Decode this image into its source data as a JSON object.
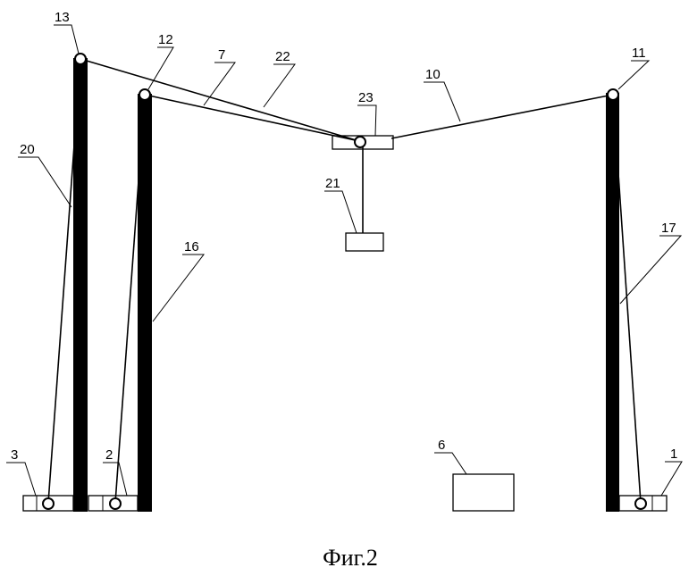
{
  "labels": {
    "l1": "1",
    "l2": "2",
    "l3": "3",
    "l6": "6",
    "l7": "7",
    "l10": "10",
    "l11": "11",
    "l12": "12",
    "l13": "13",
    "l16": "16",
    "l17": "17",
    "l20": "20",
    "l21": "21",
    "l22": "22",
    "l23": "23"
  },
  "caption": "Фиг.2"
}
